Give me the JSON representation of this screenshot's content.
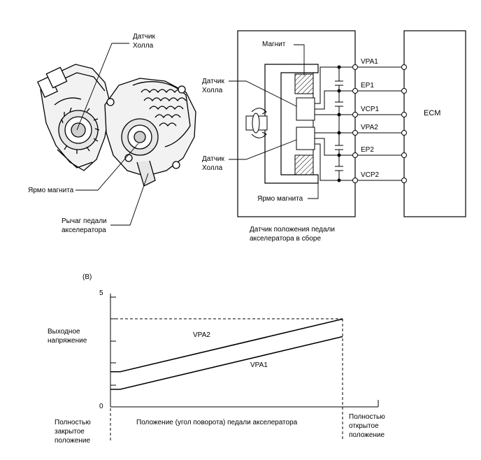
{
  "left_illustration": {
    "hall_sensor_label": [
      "Датчик",
      "Холла"
    ],
    "magnet_yoke_label": "Ярмо магнита",
    "pedal_lever_label": [
      "Рычаг педали",
      "акселератора"
    ]
  },
  "circuit": {
    "magnet_label": "Магнит",
    "hall_sensor_upper_label": [
      "Датчик",
      "Холла"
    ],
    "hall_sensor_lower_label": [
      "Датчик",
      "Холла"
    ],
    "magnet_yoke_label": "Ярмо магнита",
    "assembly_caption": [
      "Датчик положения педали",
      "акселератора в сборе"
    ],
    "ecm_label": "ECM",
    "pins": [
      "VPA1",
      "EP1",
      "VCP1",
      "VPA2",
      "EP2",
      "VCP2"
    ]
  },
  "chart_data": {
    "type": "line",
    "panel_label": "(B)",
    "ylabel": [
      "Выходное",
      "напряжение"
    ],
    "xlabel": "Положение (угол поворота) педали акселератора",
    "x_start_label": [
      "Полностью",
      "закрытое",
      "положение"
    ],
    "x_end_label": [
      "Полностью",
      "открытое",
      "положение"
    ],
    "yticks": [
      "5",
      "0"
    ],
    "ylim": [
      0,
      5
    ],
    "x": [
      0,
      1
    ],
    "series": [
      {
        "name": "VPA2",
        "values": [
          1.6,
          4.0
        ]
      },
      {
        "name": "VPA1",
        "values": [
          0.8,
          3.2
        ]
      }
    ]
  }
}
